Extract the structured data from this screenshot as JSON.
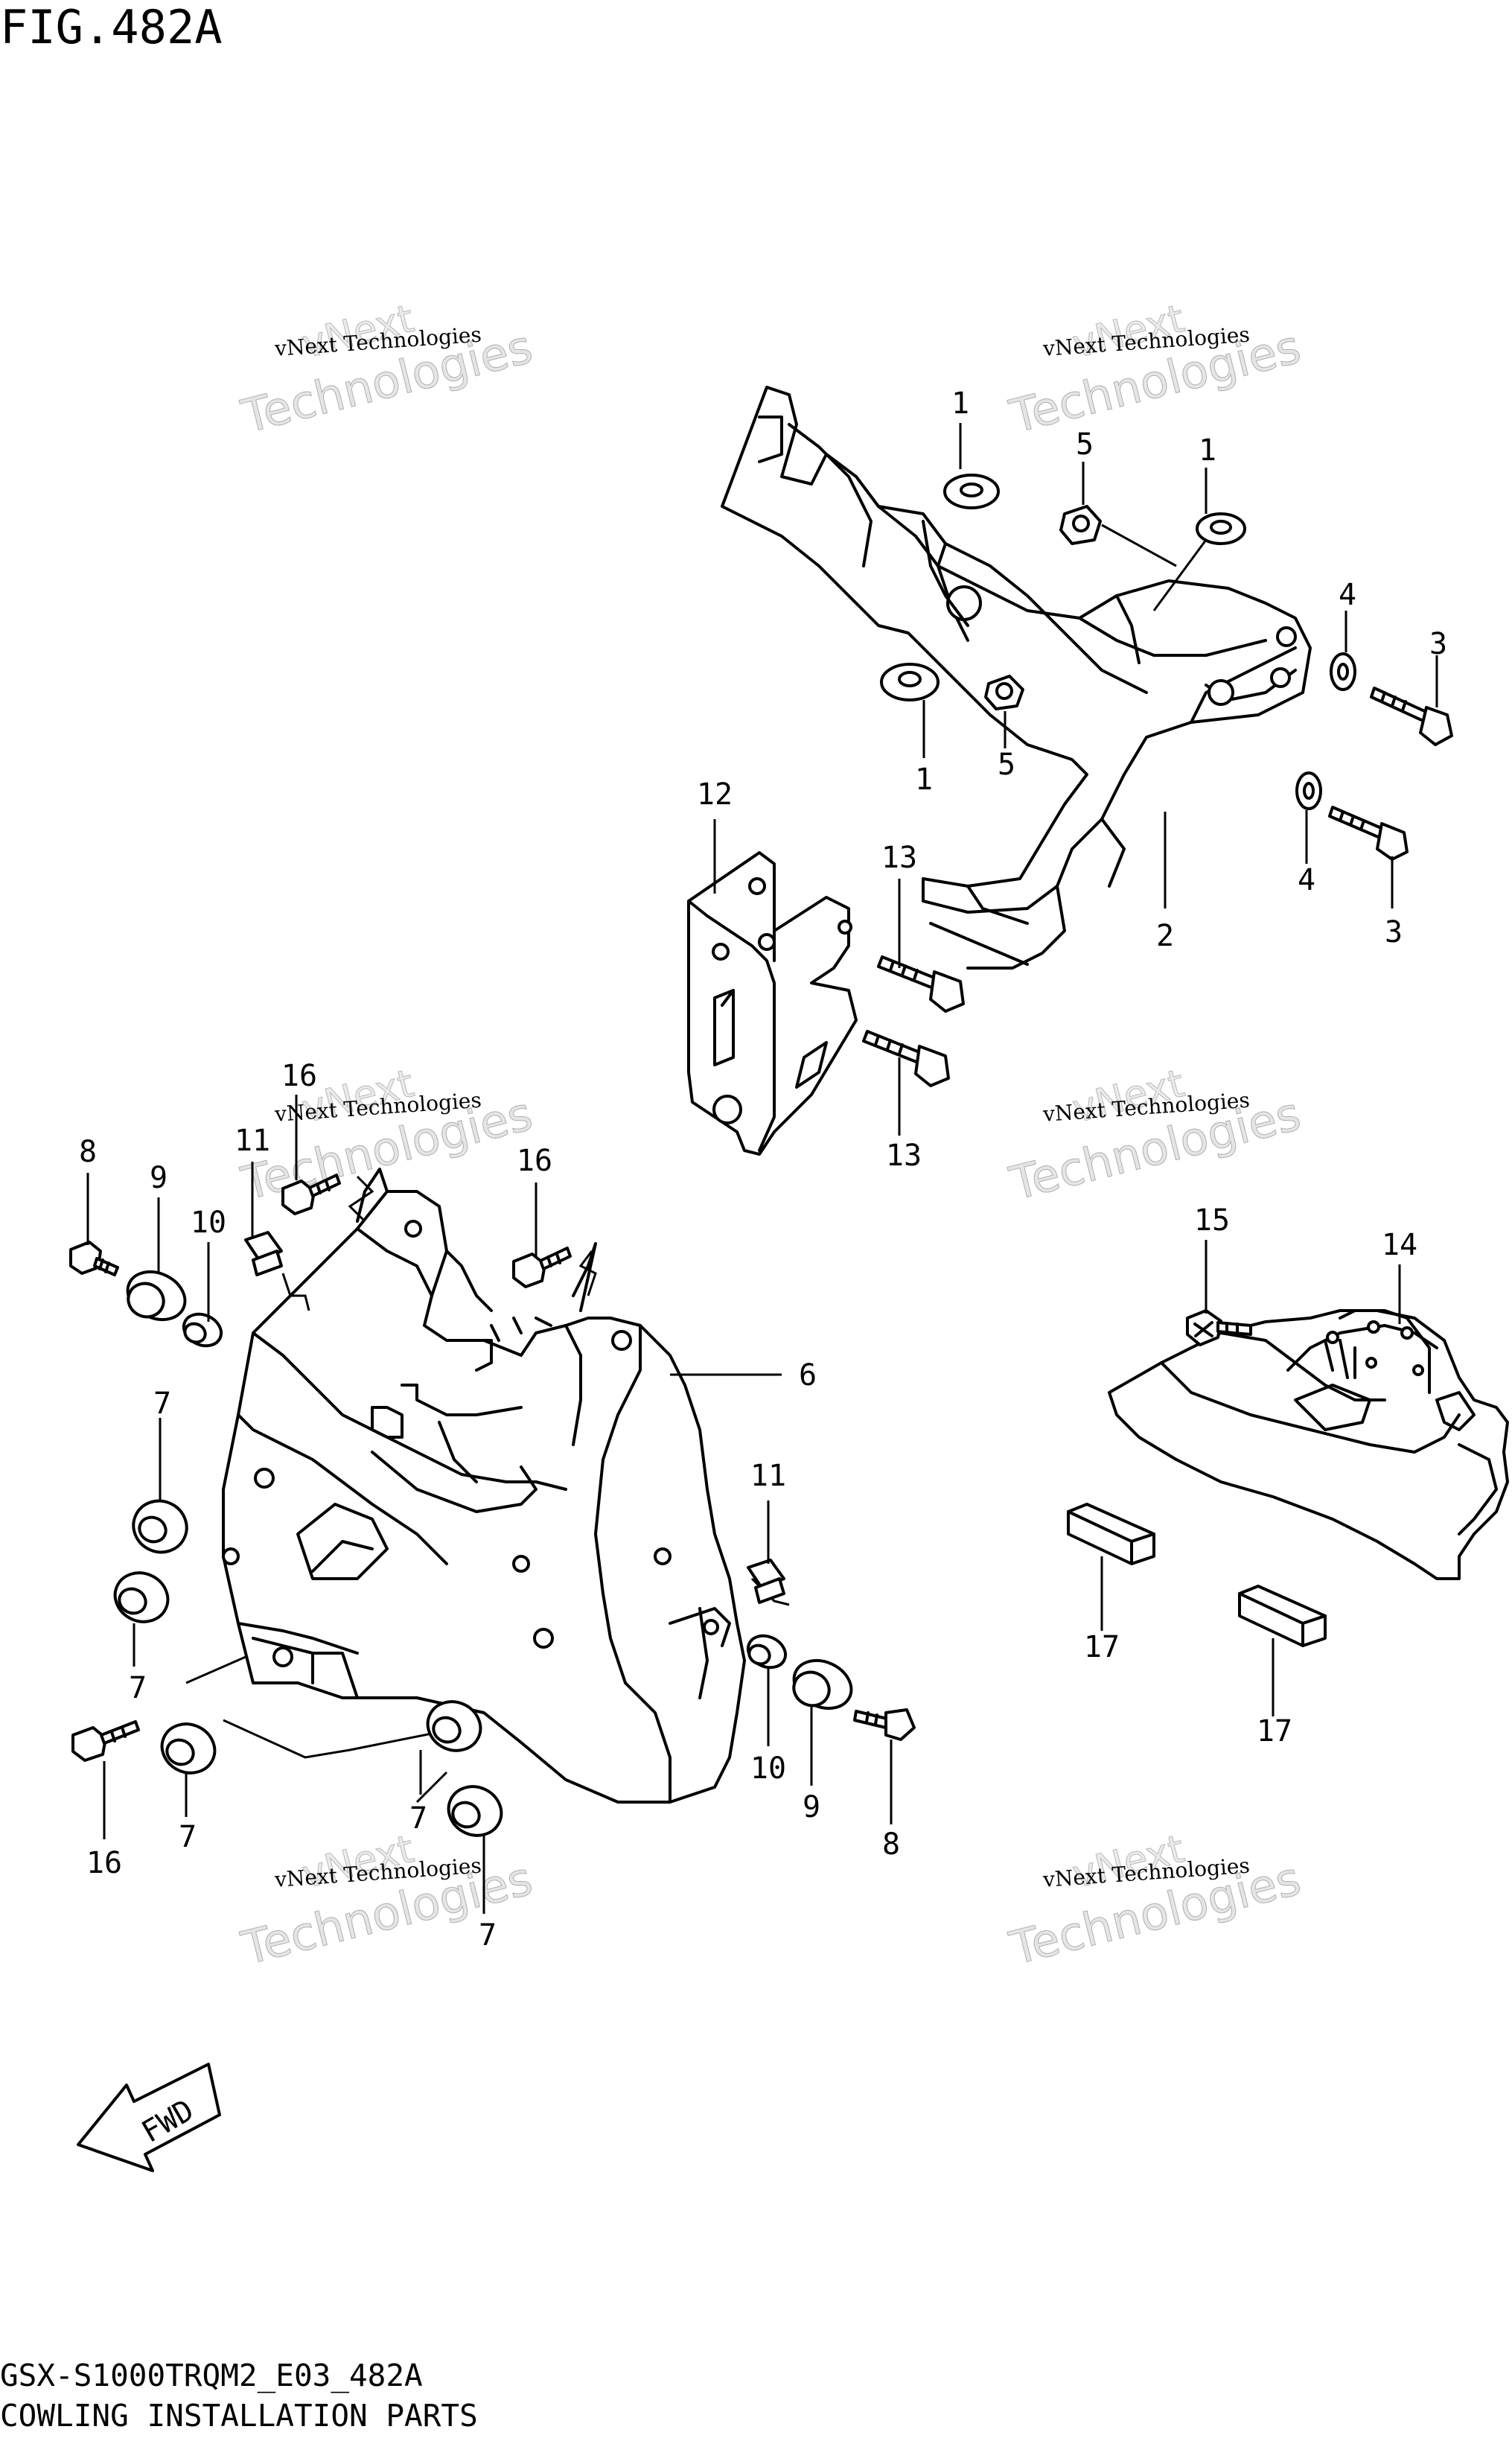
{
  "figure": {
    "title": "FIG.482A",
    "model_code": "GSX-S1000TRQM2_E03_482A",
    "caption": "COWLING INSTALLATION PARTS",
    "fwd_marker": "FWD"
  },
  "watermark": {
    "small": "vNext Technologies",
    "big_line1": "vNext",
    "big_line2": "Technologies"
  },
  "callouts": {
    "c1a": "1",
    "c1b": "1",
    "c1c": "1",
    "c2": "2",
    "c3a": "3",
    "c3b": "3",
    "c4a": "4",
    "c4b": "4",
    "c5a": "5",
    "c5b": "5",
    "c6": "6",
    "c7a": "7",
    "c7b": "7",
    "c7c": "7",
    "c7d": "7",
    "c7e": "7",
    "c8a": "8",
    "c8b": "8",
    "c9a": "9",
    "c9b": "9",
    "c10a": "10",
    "c10b": "10",
    "c11a": "11",
    "c11b": "11",
    "c12": "12",
    "c13a": "13",
    "c13b": "13",
    "c14": "14",
    "c15": "15",
    "c16a": "16",
    "c16b": "16",
    "c16c": "16",
    "c17a": "17",
    "c17b": "17"
  }
}
